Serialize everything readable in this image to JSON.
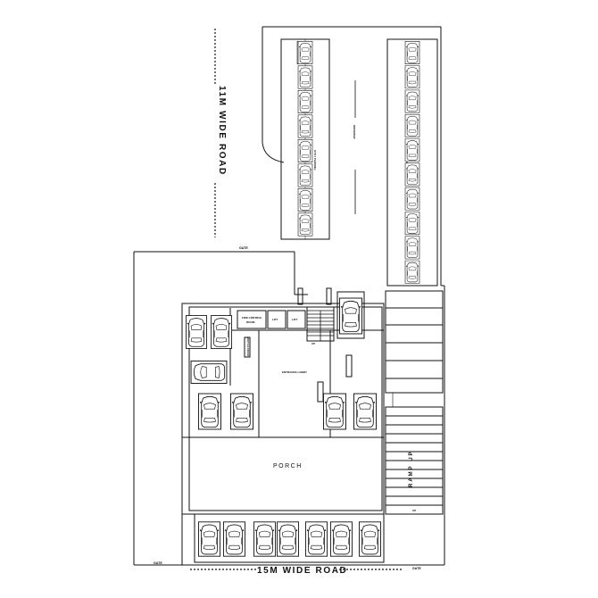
{
  "labels": {
    "road_top": "11M WIDE ROAD",
    "road_bottom": "15M WIDE ROAD",
    "gate": "GATE",
    "driveway": "DRIVEWAY",
    "stilt_parking": "STILT PARKING",
    "fire_control_room": [
      "FIRE CONTROL",
      "ROOM"
    ],
    "lift": "LIFT",
    "watch_room": "WATCH ROOM",
    "entrance_lobby": "ENTRANCE LOBBY",
    "porch": "PORCH",
    "ramp_up": "RAMP UP",
    "up": "UP"
  }
}
